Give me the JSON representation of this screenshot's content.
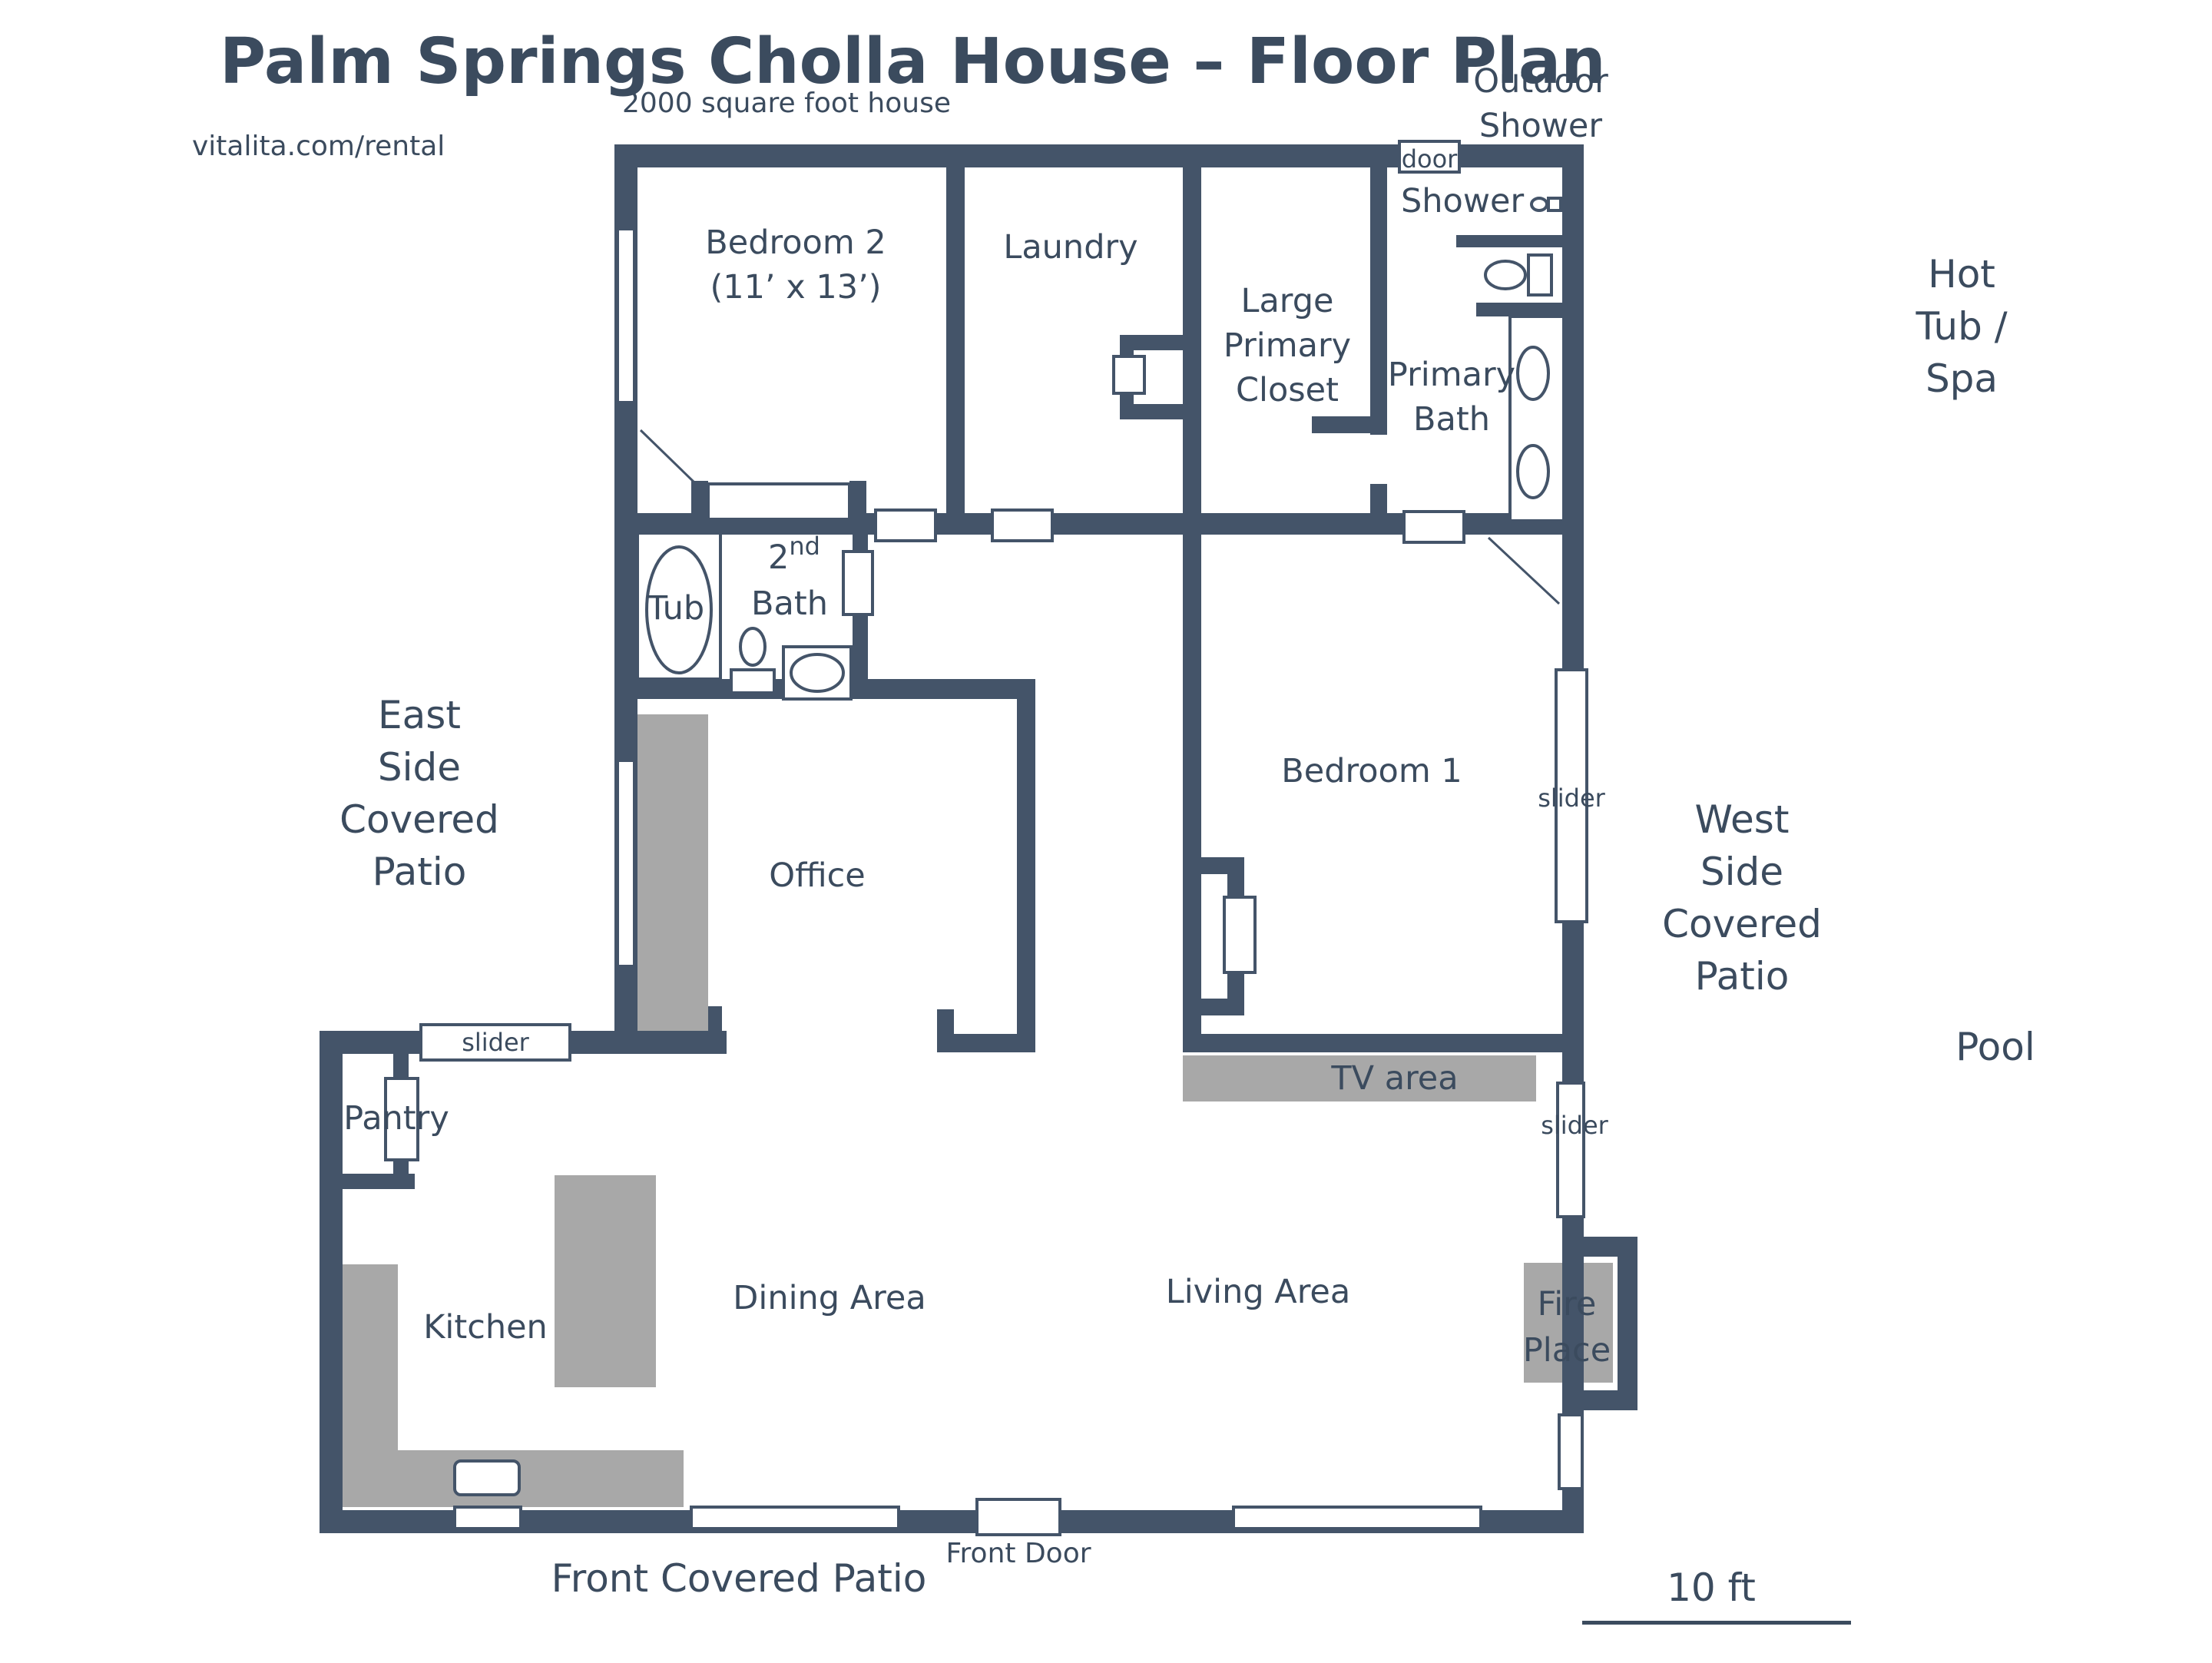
{
  "header": {
    "title": "Palm Springs Cholla House – Floor Plan",
    "subtitle": "2000 square foot house",
    "website": "vitalita.com/rental"
  },
  "rooms": {
    "bedroom2": [
      "Bedroom 2",
      "(11’ x 13’)"
    ],
    "laundry": "Laundry",
    "closet": [
      "Large",
      "Primary",
      "Closet"
    ],
    "shower": "Shower",
    "primary_bath": [
      "Primary",
      "Bath"
    ],
    "tub": "Tub",
    "bath2_num": "2",
    "bath2_sup": "nd",
    "bath2_word": "Bath",
    "office": "Office",
    "bedroom1": "Bedroom 1",
    "tv_area": "TV area",
    "pantry": "Pantry",
    "kitchen": "Kitchen",
    "dining": "Dining Area",
    "living": "Living Area",
    "fireplace": [
      "Fire",
      "Place"
    ]
  },
  "outdoor": {
    "outdoor_shower": [
      "Outdoor",
      "Shower"
    ],
    "hot_tub": [
      "Hot",
      "Tub /",
      "Spa"
    ],
    "east_patio": [
      "East",
      "Side",
      "Covered",
      "Patio"
    ],
    "west_patio": [
      "West",
      "Side",
      "Covered",
      "Patio"
    ],
    "pool": "Pool",
    "front_patio": "Front Covered Patio"
  },
  "doors": {
    "door": "door",
    "slider_bedroom1": "slider",
    "slider_living": "slider",
    "slider_kitchen": "slider",
    "front_door": "Front Door"
  },
  "scale": {
    "label": "10 ft"
  }
}
